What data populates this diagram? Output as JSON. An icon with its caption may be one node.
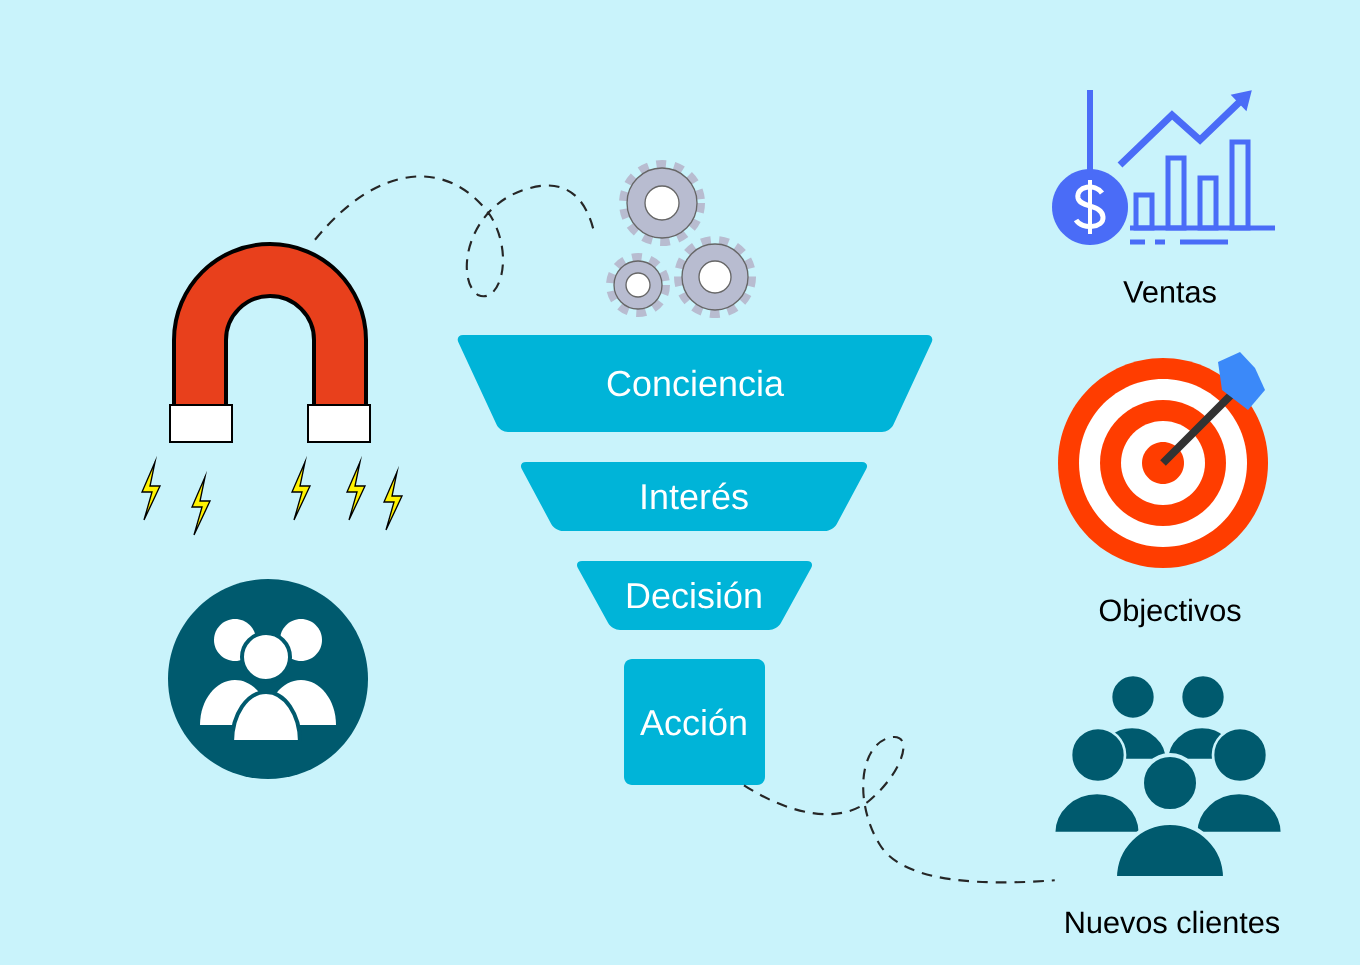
{
  "diagram": {
    "nodes": [
      {
        "text": [
          "Conciencia"
        ]
      },
      {
        "text": [
          "Interés"
        ]
      },
      {
        "text": [
          "Decisión"
        ]
      },
      {
        "text": [
          "Acción"
        ]
      },
      {
        "text": [],
        "shape": "picture"
      },
      {
        "text": [],
        "shape": "picture"
      },
      {
        "text": [],
        "shape": "picture"
      }
    ],
    "edges": [
      {
        "from": 4,
        "to": 5,
        "arrow": "none",
        "style": "dashed"
      },
      {
        "from": 3,
        "to": 6,
        "arrow": "none",
        "style": "dashed"
      }
    ],
    "labels": [
      "Ventas",
      "Objectivos",
      "Nuevos clientes"
    ]
  }
}
